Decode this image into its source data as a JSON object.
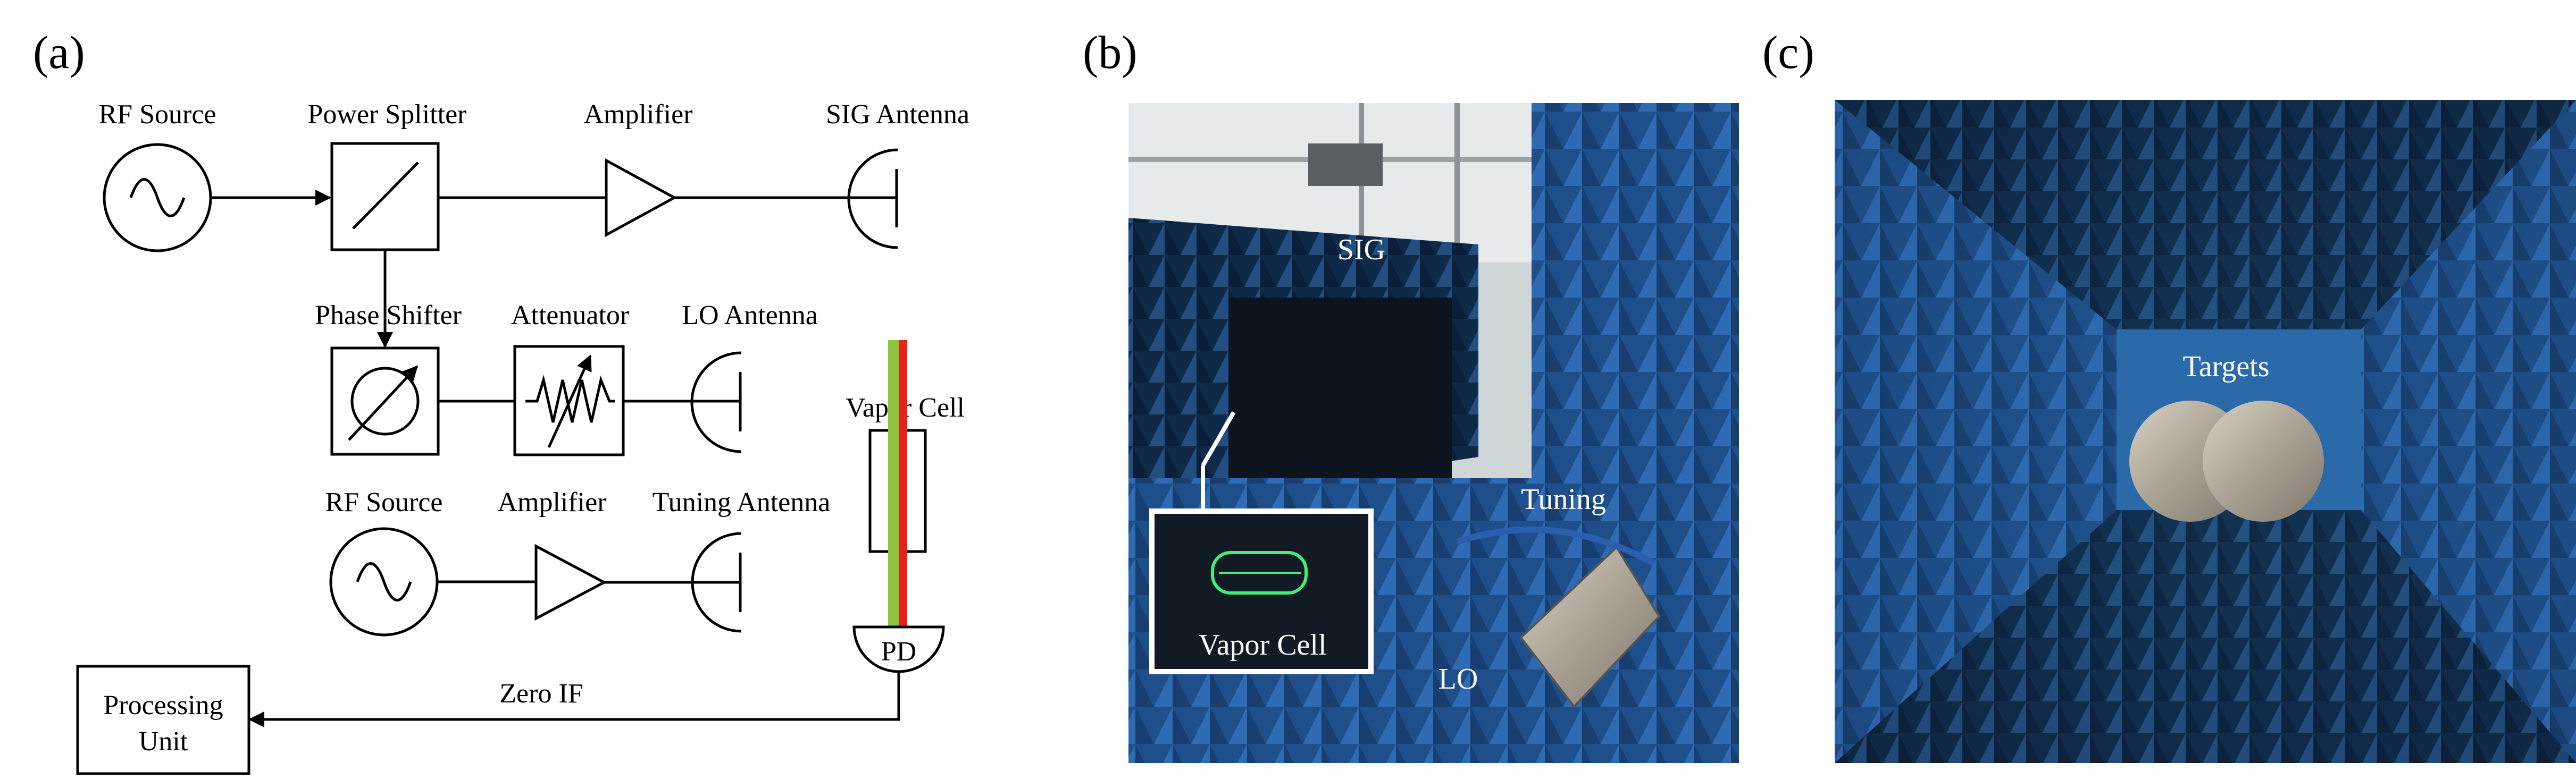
{
  "panels": {
    "a": "(a)",
    "b": "(b)",
    "c": "(c)"
  },
  "diagram": {
    "rf_source_top": "RF Source",
    "power_splitter": "Power Splitter",
    "amplifier_top": "Amplifier",
    "sig_antenna": "SIG Antenna",
    "phase_shifter": "Phase Shifter",
    "attenuator": "Attenuator",
    "lo_antenna": "LO Antenna",
    "vapor_cell": "Vapor Cell",
    "rf_source_bottom": "RF Source",
    "amplifier_bottom": "Amplifier",
    "tuning_antenna": "Tuning Antenna",
    "pd": "PD",
    "zero_if": "Zero IF",
    "processing_unit_line1": "Processing",
    "processing_unit_line2": "Unit",
    "laser_colors": {
      "probe": "#8cc63f",
      "coupling": "#e8211c"
    }
  },
  "photo_b": {
    "sig": "SIG",
    "tuning": "Tuning",
    "vapor_cell_inset": "Vapor Cell",
    "lo": "LO"
  },
  "photo_c": {
    "targets": "Targets"
  }
}
